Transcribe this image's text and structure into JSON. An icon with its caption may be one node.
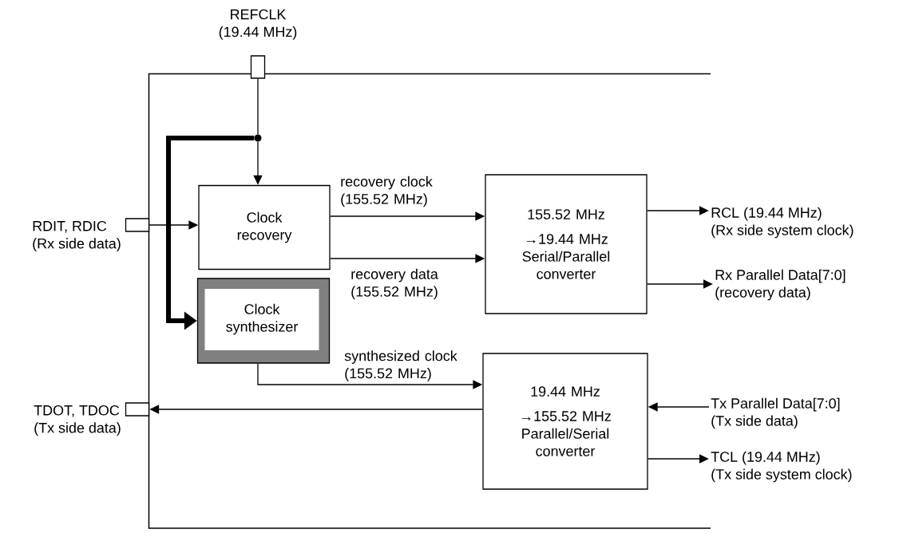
{
  "diagram": {
    "nodes": [
      {
        "text": [],
        "shape": "box"
      },
      {
        "text": [
          "REFCLK",
          "(19.44 MHz)"
        ]
      },
      {
        "text": [
          "RDIT, RDIC",
          "(Rx side data)"
        ]
      },
      {
        "text": [
          "TDOT, TDOC",
          "(Tx side data)"
        ]
      },
      {
        "text": [],
        "shape": "circle",
        "in": 0
      },
      {
        "text": [
          "Clock recovery"
        ],
        "in": 0
      },
      {
        "text": [
          "Clock synthesizer"
        ],
        "in": 0
      },
      {
        "text": [
          "155.52 MHz",
          "→19.44 MHz Serial/Parallel converter"
        ],
        "in": 0
      },
      {
        "text": [
          "19.44 MHz",
          "→155.52 MHz Parallel/Serial converter"
        ],
        "in": 0
      },
      {
        "text": [
          "RCL (19.44 MHz)",
          "(Rx side system clock)"
        ]
      },
      {
        "text": [
          "Rx Parallel Data[7:0]",
          "(recovery data)"
        ]
      },
      {
        "text": [
          "Tx Parallel Data[7:0]",
          "(Tx side data)"
        ]
      },
      {
        "text": [
          "TCL (19.44 MHz)",
          "(Tx side system clock)"
        ]
      }
    ],
    "edges": [
      {
        "from": 1,
        "to": 4,
        "arrow": "none"
      },
      {
        "from": 4,
        "to": 5,
        "arrow": "to"
      },
      {
        "from": 4,
        "to": 6,
        "arrow": "to",
        "style": "thick"
      },
      {
        "from": 2,
        "to": 5,
        "arrow": "to"
      },
      {
        "from": 5,
        "to": 7,
        "arrow": "to",
        "label": "recovery clock (155.52 MHz)"
      },
      {
        "from": 5,
        "to": 7,
        "arrow": "to",
        "label": "recovery data (155.52 MHz)"
      },
      {
        "from": 6,
        "to": 8,
        "arrow": "to",
        "label": "synthesized clock (155.52 MHz)"
      },
      {
        "from": 8,
        "to": 3,
        "arrow": "to"
      },
      {
        "from": 7,
        "to": 9,
        "arrow": "to"
      },
      {
        "from": 7,
        "to": 10,
        "arrow": "to"
      },
      {
        "from": 11,
        "to": 8,
        "arrow": "to"
      },
      {
        "from": 8,
        "to": 12,
        "arrow": "to"
      }
    ]
  }
}
